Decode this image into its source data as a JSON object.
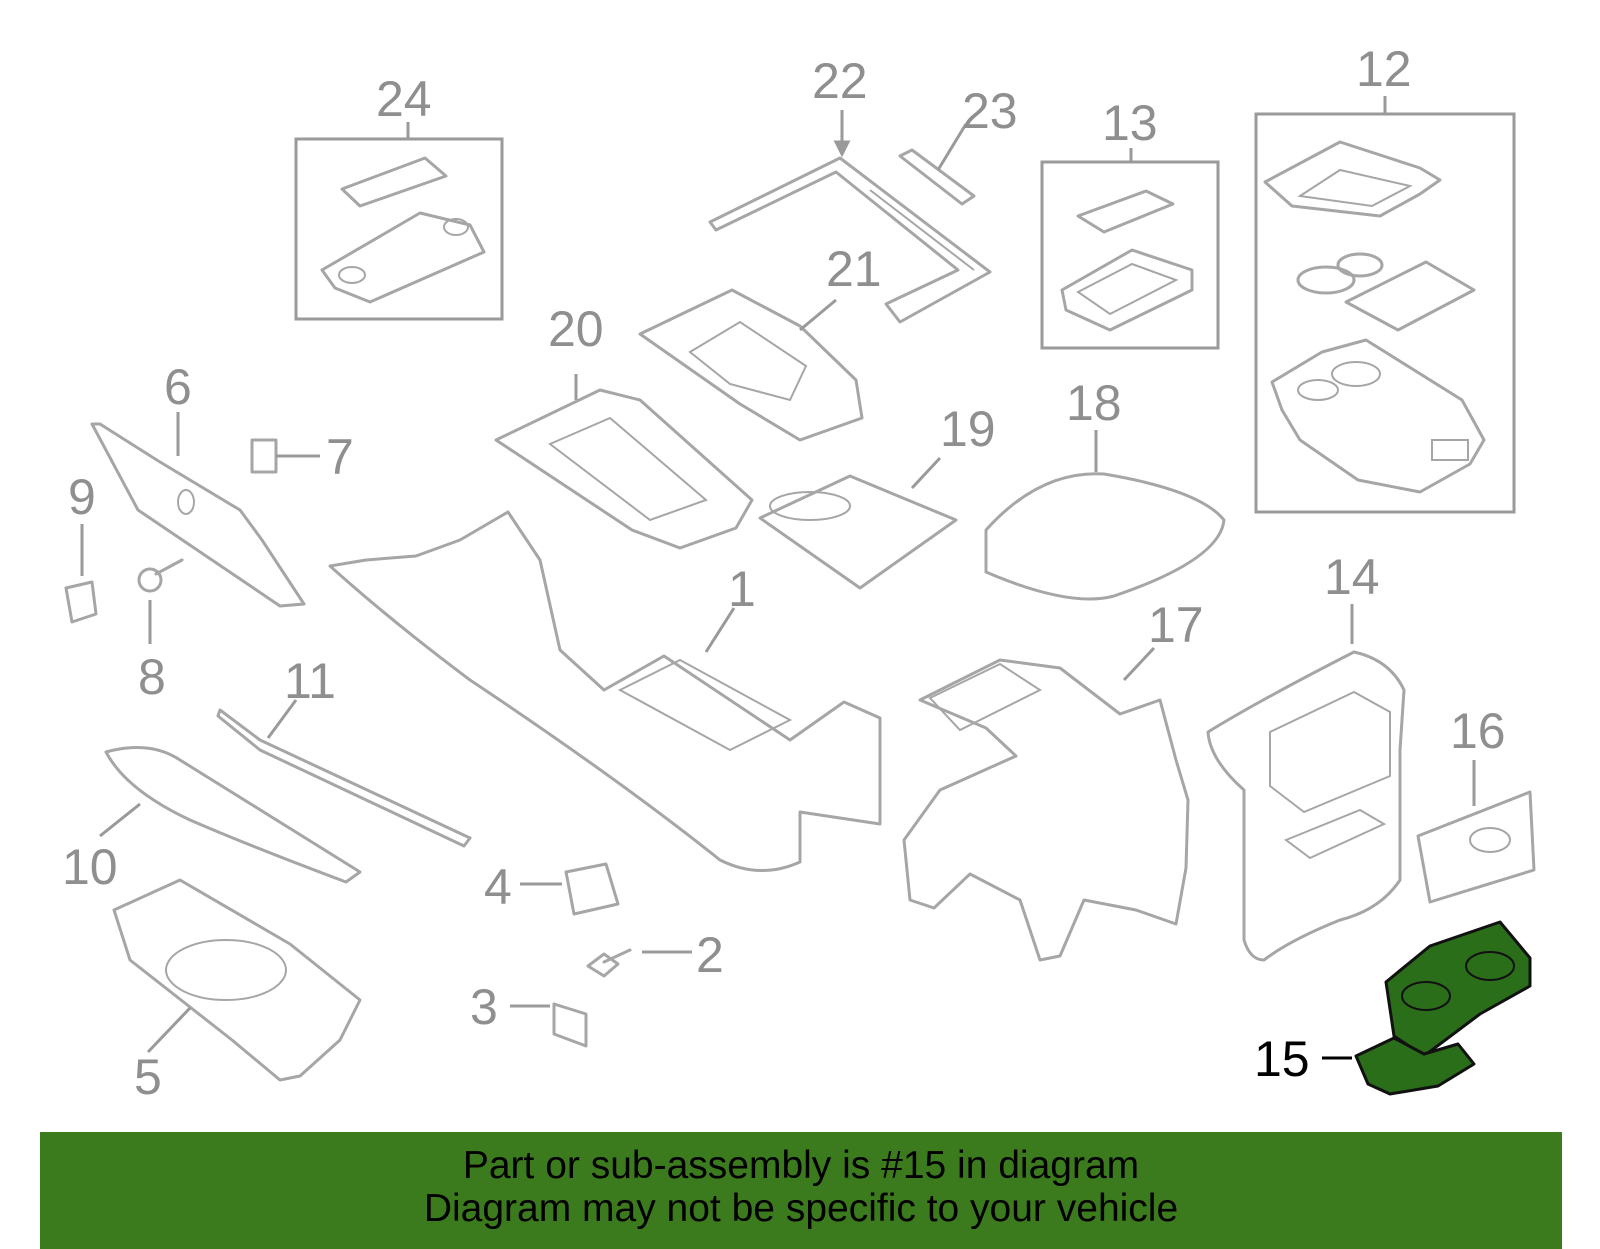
{
  "callouts": [
    "1",
    "2",
    "3",
    "4",
    "5",
    "6",
    "7",
    "8",
    "9",
    "10",
    "11",
    "12",
    "13",
    "14",
    "15",
    "16",
    "17",
    "18",
    "19",
    "20",
    "21",
    "22",
    "23",
    "24"
  ],
  "highlighted_part": "15",
  "highlight_color": "#3c7a1e",
  "banner": {
    "line1": "Part or sub-assembly is #15 in diagram",
    "line2": "Diagram may not be specific to your vehicle"
  }
}
